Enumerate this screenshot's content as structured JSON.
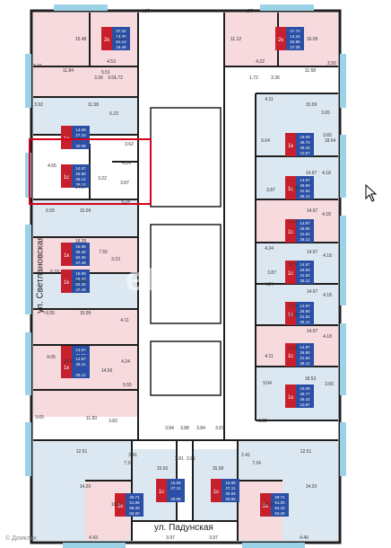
{
  "streets": {
    "left": "ул. Светлановская",
    "bottom": "ул. Падунская"
  },
  "watermark": "etagi",
  "corner_mark": "© Домклик",
  "colors": {
    "pink": "#f6dadd",
    "blue_fill": "#dce8f1",
    "wall": "#1e1e1e",
    "badge_red": "#c7202c",
    "badge_blue": "#2a4fa5",
    "highlight": "#d6001c",
    "window": "#9bd2e8"
  },
  "apartments": [
    {
      "id": "a1",
      "type": "2к",
      "lines": [
        "27.32",
        "13.36",
        "61.14",
        "15.48"
      ]
    },
    {
      "id": "a2",
      "type": "2к",
      "lines": [
        "27.72",
        "14.24",
        "62.96",
        "27.35"
      ]
    },
    {
      "id": "a3",
      "type": "1к",
      "lines": [
        "14.09",
        "27.10",
        "",
        "30.08"
      ]
    },
    {
      "id": "a4",
      "type": "1к",
      "lines": [
        "18.09",
        "45.70",
        "49.42",
        "10.87"
      ]
    },
    {
      "id": "a5",
      "type": "1с",
      "lines": [
        "14.97",
        "26.90",
        "28.12",
        "28.12"
      ]
    },
    {
      "id": "a6",
      "type": "1с",
      "lines": [
        "14.97",
        "26.90",
        "31.52",
        "28.12"
      ]
    },
    {
      "id": "a7",
      "type": "1к",
      "lines": [
        "15.99",
        "45.40",
        "52.36",
        "47.49"
      ]
    },
    {
      "id": "a8",
      "type": "1с",
      "lines": [
        "14.97",
        "26.90",
        "31.52",
        "28.12"
      ]
    },
    {
      "id": "a9",
      "type": "1к",
      "lines": [
        "15.99",
        "45.40",
        "52.36",
        "47.49"
      ]
    },
    {
      "id": "a10",
      "type": "1с",
      "lines": [
        "14.97",
        "26.90",
        "31.52",
        "28.12"
      ]
    },
    {
      "id": "a11",
      "type": "1с",
      "lines": [
        "14.97",
        "26.90",
        "31.52",
        "28.12"
      ]
    },
    {
      "id": "a12",
      "type": "1с",
      "lines": [
        "14.97",
        "26.90",
        "30.55",
        "28.12"
      ]
    },
    {
      "id": "a13",
      "type": "1с",
      "lines": [
        "14.97",
        "26.90",
        "31.52",
        "28.12"
      ]
    },
    {
      "id": "a14",
      "type": "1к",
      "lines": [
        "14.97",
        "46.11",
        "",
        "28.12"
      ]
    },
    {
      "id": "a15",
      "type": "1к",
      "lines": [
        "15.09",
        "45.77",
        "49.42",
        "10.87"
      ]
    },
    {
      "id": "a16",
      "type": "1с",
      "lines": [
        "15.59",
        "27.11",
        "",
        "28.96"
      ]
    },
    {
      "id": "a17",
      "type": "1с",
      "lines": [
        "15.58",
        "27.11",
        "30.59",
        "29.65"
      ]
    },
    {
      "id": "a18",
      "type": "2к",
      "lines": [
        "26.71",
        "51.95",
        "58.40",
        "63.20"
      ]
    },
    {
      "id": "a19",
      "type": "2к",
      "lines": [
        "29.71",
        "61.00",
        "64.42",
        "63.20"
      ]
    }
  ],
  "room_labels": [
    "4.97",
    "4.97",
    "15.48",
    "11.12",
    "11.12",
    "16.09",
    "4.53",
    "4.22",
    "3.21",
    "11.84",
    "3.51",
    "5.51",
    "11.68",
    "2.55",
    "3.36",
    "1.72",
    "1.72",
    "3.36",
    "3.92",
    "11.58",
    "15.09",
    "4.11",
    "5.23",
    "3.65",
    "3.62",
    "9.04",
    "18.54",
    "3.65",
    "4.55",
    "4.24",
    "14.97",
    "4.18",
    "3.22",
    "3.87",
    "3.87",
    "3.92",
    "14.97",
    "6.55",
    "15.09",
    "4.24",
    "4.18",
    "18.25",
    "3.23",
    "7.55",
    "14.97",
    "6.18",
    "3.23",
    "18.25",
    "14.97",
    "4.24",
    "4.18",
    "3.23",
    "6.55",
    "15.09",
    "3.87",
    "4.11",
    "4.24",
    "14.97",
    "4.18",
    "3.23",
    "4.05",
    "4.24",
    "3.23",
    "3.23",
    "14.97",
    "14.97",
    "4.11",
    "14.56",
    "4.18",
    "5.55",
    "18.53",
    "9.04",
    "3.65",
    "11.60",
    "3.65",
    "3.82",
    "3.84",
    "3.88",
    "3.87",
    "3.84",
    "3.82",
    "12.51",
    "3.41",
    "2.81",
    "2.81",
    "2.41",
    "12.51",
    "7.24",
    "15.50",
    "15.58",
    "7.24",
    "14.20",
    "18.10",
    "18.10",
    "14.20",
    "4.43",
    "3.97",
    "3.97",
    "4.40"
  ]
}
